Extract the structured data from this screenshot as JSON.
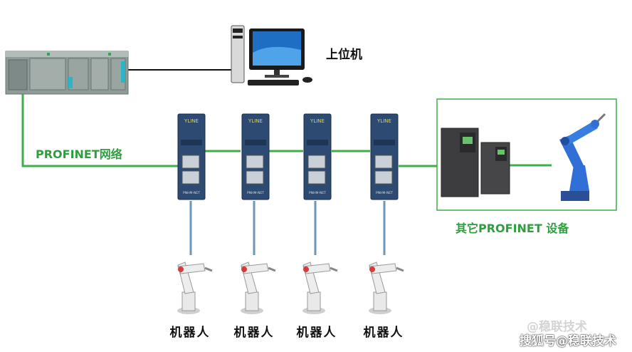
{
  "labels": {
    "pc": "上位机",
    "network": "PROFINET网络",
    "other_devices": "其它PROFINET 设备",
    "watermark_top": "@稳联技术",
    "watermark_bottom": "搜狐号@稳联技术"
  },
  "gateways": [
    {
      "brand": "YLINE",
      "model": "PNHM-NET"
    },
    {
      "brand": "YLINE",
      "model": "PNHM-NET"
    },
    {
      "brand": "YLINE",
      "model": "PNHM-NET"
    },
    {
      "brand": "YLINE",
      "model": "PNHM-NET"
    }
  ],
  "robots": [
    {
      "label": "机器人"
    },
    {
      "label": "机器人"
    },
    {
      "label": "机器人"
    },
    {
      "label": "机器人"
    }
  ],
  "colors": {
    "network_line": "#3cae4a",
    "device_line": "#6e97b3",
    "pc_line": "#111111",
    "gateway_body": "#2c4a72",
    "plc_body": "#8e9b98",
    "frame": "#3cae4a",
    "robot_arm": "#2f6fd6"
  }
}
